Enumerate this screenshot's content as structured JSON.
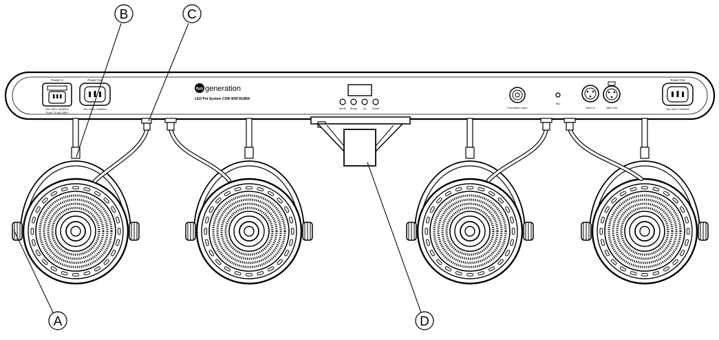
{
  "callouts": {
    "a": "A",
    "b": "B",
    "c": "C",
    "d": "D"
  },
  "brand": {
    "logo_mark": "fun",
    "logo_word": "generation",
    "product": "LED Pot System COB 40W RGBW"
  },
  "panel": {
    "power_in": "Power In",
    "power_in_rating_1": "100-240V~50/60Hz",
    "power_in_rating_2": "Fuse T1.6AL250V",
    "power_out_left": "Power Out",
    "power_out_left_rating": "100-240V~50/60Hz",
    "buttons": [
      "Mode",
      "Setup",
      "Up",
      "Down"
    ],
    "footswitch": "Footswitch Input",
    "mic": "Mic",
    "dmx_in": "DMX In",
    "dmx_out": "DMX Out",
    "power_out_right": "Power Out",
    "power_out_right_rating": "100-240V~50/60Hz"
  },
  "colors": {
    "line": "#000000",
    "background": "#ffffff",
    "callout_stroke": "#1a1a1a"
  }
}
